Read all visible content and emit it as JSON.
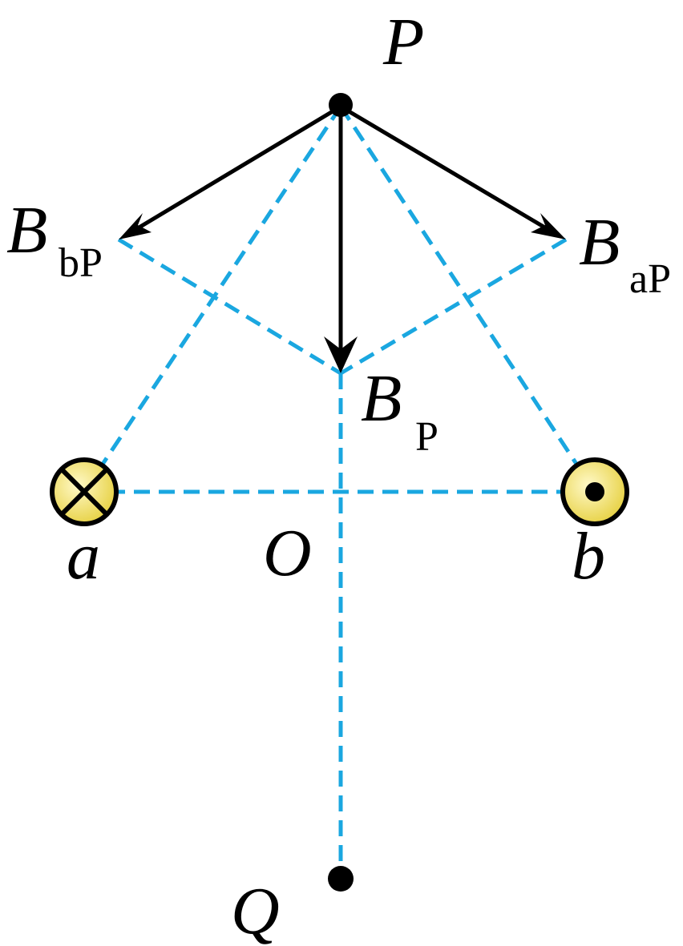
{
  "diagram": {
    "labels": {
      "P": "P",
      "O": "O",
      "Q": "Q",
      "a": "a",
      "b": "b"
    },
    "vectors": {
      "B_bP": {
        "main": "B",
        "sub": "bP"
      },
      "B_aP": {
        "main": "B",
        "sub": "aP"
      },
      "B_P": {
        "main": "B",
        "sub": "P"
      }
    },
    "wires": {
      "a": {
        "current": "into-page",
        "symbol": "cross-icon"
      },
      "b": {
        "current": "out-of-page",
        "symbol": "dot-icon"
      }
    },
    "colors": {
      "construction_line": "#1aa7e0",
      "vector": "#000000",
      "wire_fill": "#f2e15a"
    }
  }
}
